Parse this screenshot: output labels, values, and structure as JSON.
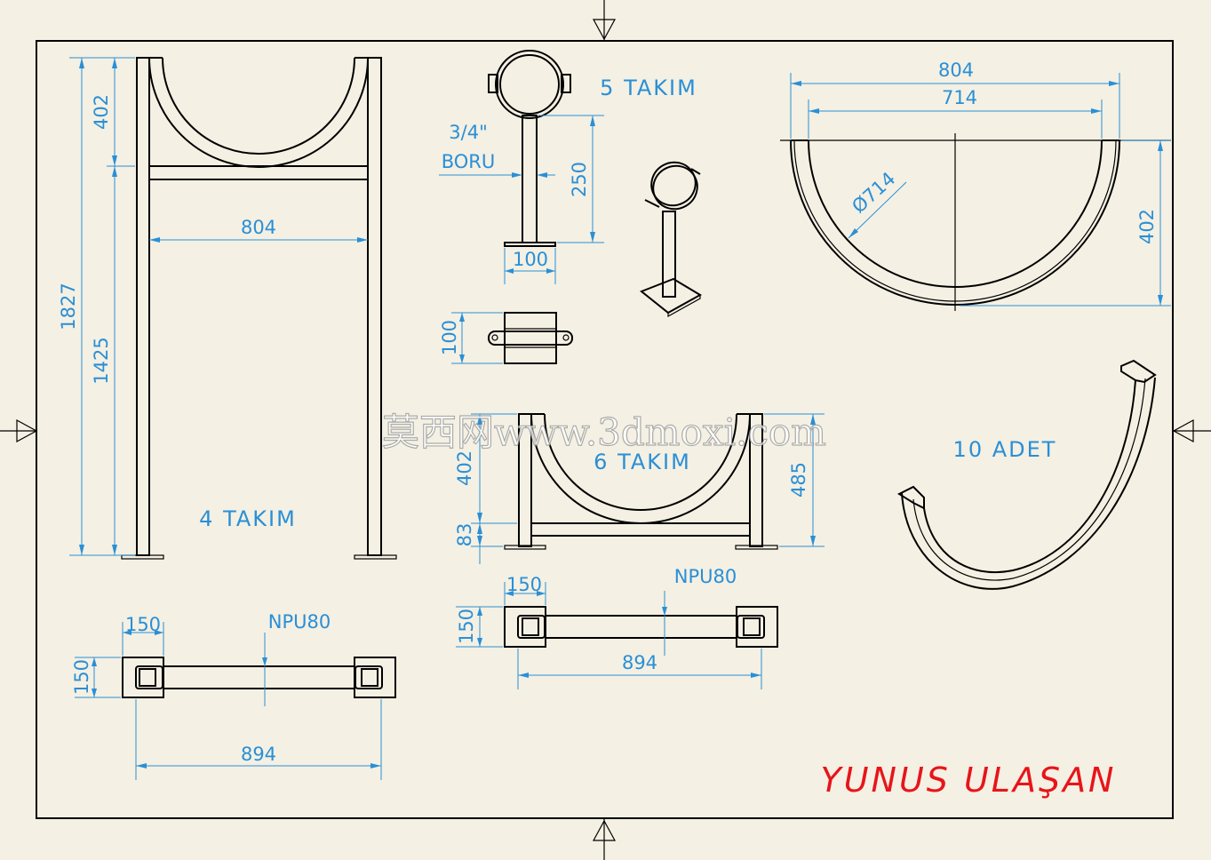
{
  "colors": {
    "paper": "#f4f0e3",
    "line": "#000000",
    "dimension": "#2a8fd6",
    "author": "#e8141a"
  },
  "labels": {
    "takim4": "4 TAKIM",
    "takim5": "5 TAKIM",
    "takim6": "6 TAKIM",
    "adet10": "10 ADET",
    "boru_a": "3/4\"",
    "boru_b": "BORU",
    "npu_a": "NPU80",
    "npu_b": "NPU80"
  },
  "dims": {
    "h1827": "1827",
    "h1425": "1425",
    "h402a": "402",
    "w804a": "804",
    "h250": "250",
    "w100": "100",
    "h100": "100",
    "w804b": "804",
    "w714": "714",
    "phi714": "Ø714",
    "h402b": "402",
    "h402c": "402",
    "h83": "83",
    "h485": "485",
    "w150a": "150",
    "h150a": "150",
    "w894a": "894",
    "w150b": "150",
    "h150b": "150",
    "w894b": "894"
  },
  "author": "YUNUS ULAŞAN",
  "watermark": "莫西网www.3dmoxi.com"
}
